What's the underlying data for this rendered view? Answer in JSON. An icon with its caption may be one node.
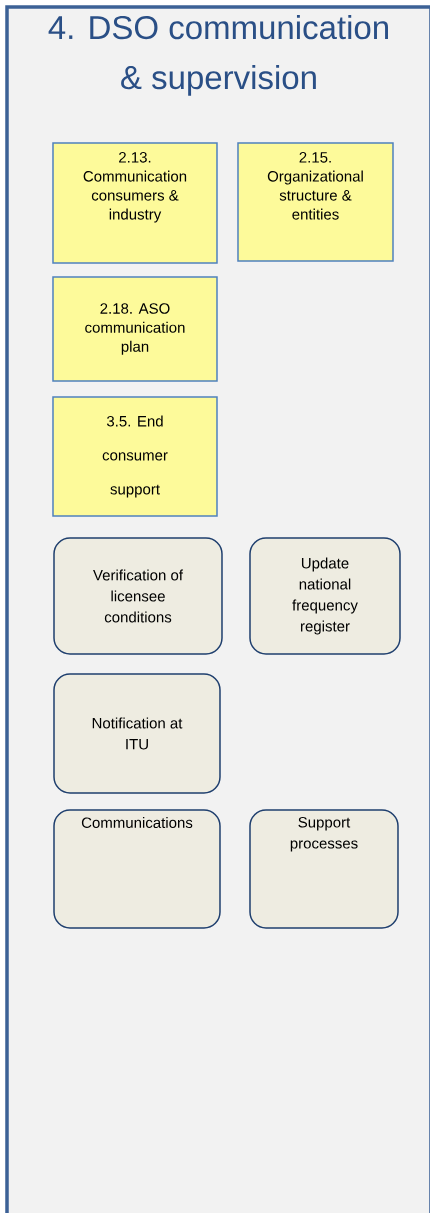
{
  "diagram": {
    "nodes": [
      {
        "text": [
          "4. DSO communication & supervision"
        ]
      },
      {
        "text": [
          "2.13. Communication consumers & industry"
        ],
        "in": 0
      },
      {
        "text": [
          "2.15. Organizational structure & entities"
        ],
        "in": 0
      },
      {
        "text": [
          "2.18. ASO communication plan"
        ],
        "in": 0
      },
      {
        "text": [
          "3.5. End consumer support"
        ],
        "in": 0
      },
      {
        "text": [
          "Verification of licensee conditions"
        ],
        "in": 0
      },
      {
        "text": [
          "Update national frequency register"
        ],
        "in": 0
      },
      {
        "text": [
          "Notification at ITU"
        ],
        "in": 0
      },
      {
        "text": [
          "Communications"
        ],
        "in": 0
      },
      {
        "text": [
          "Support processes"
        ],
        "in": 0
      }
    ]
  }
}
